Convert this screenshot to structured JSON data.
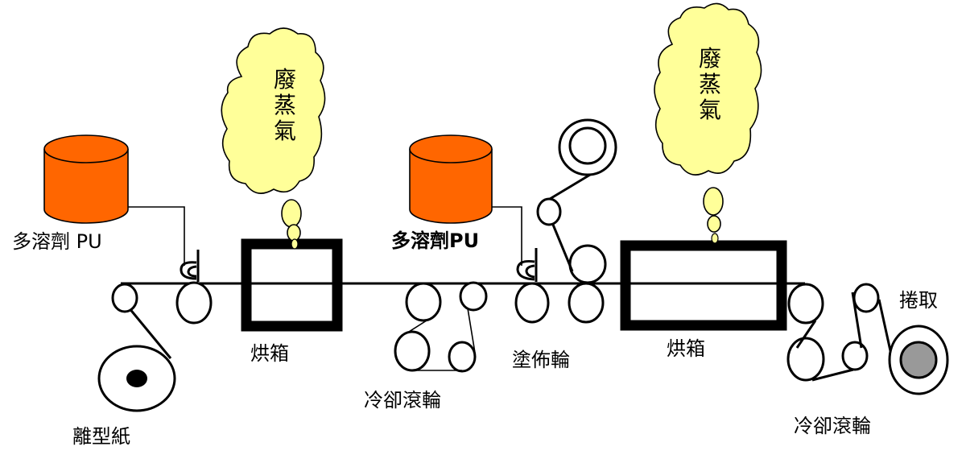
{
  "colors": {
    "tank_fill": "#ff6600",
    "cloud_fill": "#ffff99",
    "takeup_core": "#999999",
    "line": "#000000"
  },
  "labels": {
    "tank_left": "多溶劑 PU",
    "tank_right": "多溶劑PU",
    "oven_left": "烘箱",
    "oven_right": "烘箱",
    "release_paper": "離型紙",
    "cooling_rollers_mid": "冷卻滾輪",
    "coating_roller": "塗佈輪",
    "cooling_rollers_right": "冷卻滾輪",
    "take_up": "捲取"
  },
  "clouds": {
    "left": [
      "廢",
      "蒸",
      "氣"
    ],
    "right": [
      "廢",
      "蒸",
      "氣"
    ]
  }
}
